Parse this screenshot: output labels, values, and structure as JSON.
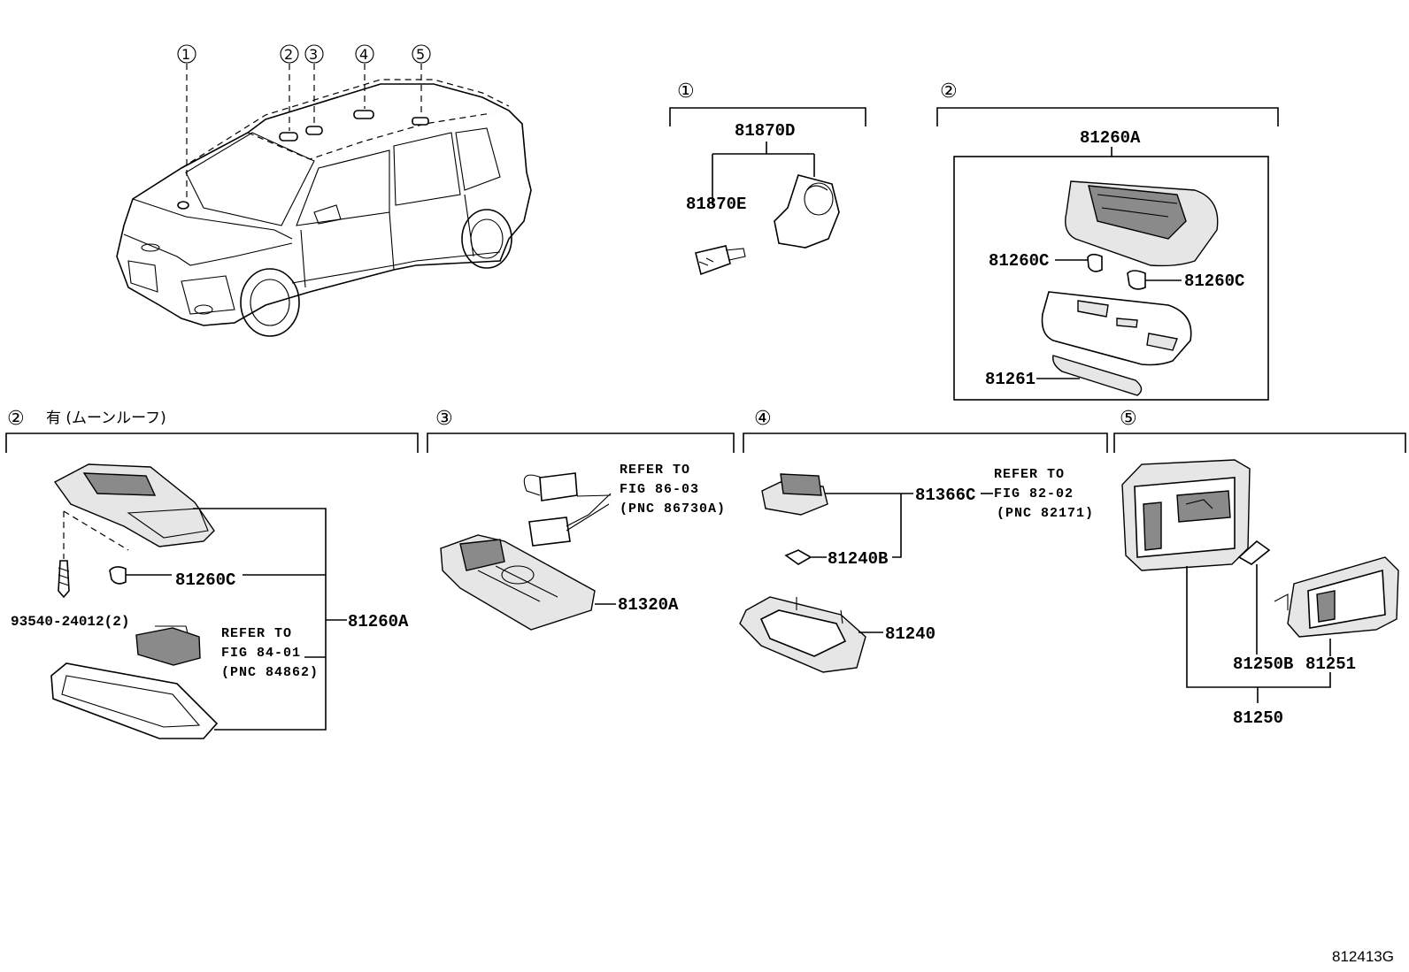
{
  "figure_id": "812413G",
  "callouts": {
    "c1": "①",
    "c2": "②",
    "c3": "③",
    "c4": "④",
    "c5": "⑤"
  },
  "sections": {
    "s2b_title": "有 (ムーンルーフ)"
  },
  "parts": {
    "p81870D": "81870D",
    "p81870E": "81870E",
    "p81260A": "81260A",
    "p81260C": "81260C",
    "p81261": "81261",
    "p93540": "93540-24012(2)",
    "p81320A": "81320A",
    "p81366C": "81366C",
    "p81240B": "81240B",
    "p81240": "81240",
    "p81250B": "81250B",
    "p81251": "81251",
    "p81250": "81250"
  },
  "notes": {
    "refer_to": "REFER TO",
    "fig_84_01": "FIG 84-01",
    "pnc_84862": "(PNC 84862)",
    "fig_86_03": "FIG 86-03",
    "pnc_86730a": "(PNC 86730A)",
    "fig_82_02": "FIG 82-02",
    "pnc_82171": "(PNC 82171)"
  }
}
